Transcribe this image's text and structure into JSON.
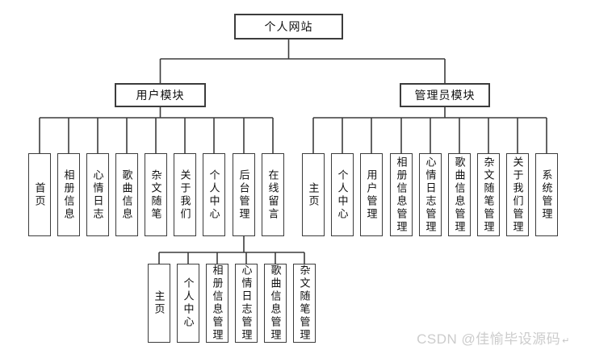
{
  "diagram": {
    "root": {
      "label": "个人网站"
    },
    "modules": [
      {
        "label": "用户模块",
        "children": [
          "首页",
          "相册信息",
          "心情日志",
          "歌曲信息",
          "杂文随笔",
          "关于我们",
          "个人中心",
          "后台管理",
          "在线留言"
        ]
      },
      {
        "label": "管理员模块",
        "children": [
          "主页",
          "个人中心",
          "用户管理",
          "相册信息管理",
          "心情日志管理",
          "歌曲信息管理",
          "杂文随笔管理",
          "关于我们管理",
          "系统管理"
        ]
      }
    ],
    "backend_management": {
      "parent_label": "后台管理",
      "children": [
        "主页",
        "个人中心",
        "相册信息管理",
        "心情日志管理",
        "歌曲信息管理",
        "杂文随笔管理"
      ]
    }
  },
  "watermark": {
    "text": "CSDN @佳愉毕设源码",
    "mark": "↵"
  },
  "colors": {
    "line": "#3c3c3c",
    "box_border": "#3c3c3c",
    "box_fill": "#ffffff",
    "text": "#111111",
    "watermark": "#cccccc"
  }
}
